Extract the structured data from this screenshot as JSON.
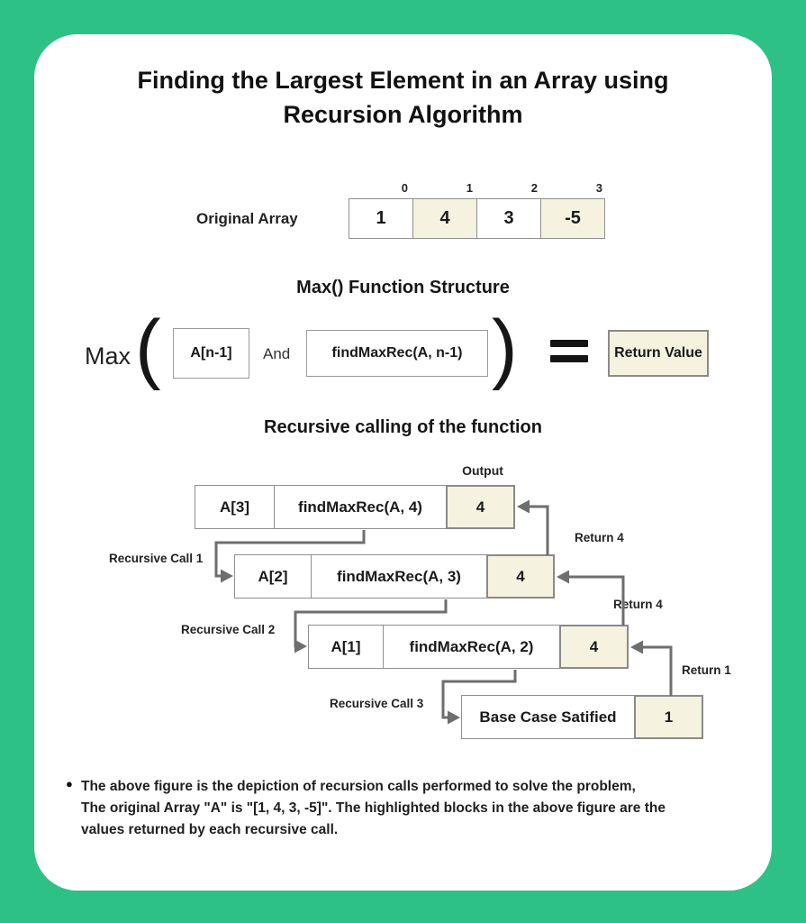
{
  "title": {
    "line1": "Finding the Largest Element in an Array using",
    "line2": "Recursion Algorithm"
  },
  "original_array": {
    "label": "Original Array",
    "indices": [
      "0",
      "1",
      "2",
      "3"
    ],
    "cells": [
      {
        "value": "1",
        "highlighted": false
      },
      {
        "value": "4",
        "highlighted": true
      },
      {
        "value": "3",
        "highlighted": false
      },
      {
        "value": "-5",
        "highlighted": true
      }
    ]
  },
  "function_structure": {
    "heading": "Max() Function Structure",
    "max_label": "Max",
    "open_paren": "(",
    "operand1": "A[n-1]",
    "connector_word": "And",
    "operand2": "findMaxRec(A, n-1)",
    "close_paren": ")",
    "result_label": "Return Value"
  },
  "recursion_diagram": {
    "heading": "Recursive calling of the function",
    "output_label": "Output",
    "rows": [
      {
        "left": "A[3]",
        "middle": "findMaxRec(A, 4)",
        "result": "4"
      },
      {
        "left": "A[2]",
        "middle": "findMaxRec(A, 3)",
        "result": "4"
      },
      {
        "left": "A[1]",
        "middle": "findMaxRec(A, 2)",
        "result": "4"
      },
      {
        "middle": "Base Case Satified",
        "result": "1"
      }
    ],
    "call_labels": [
      "Recursive Call 1",
      "Recursive Call 2",
      "Recursive Call 3"
    ],
    "return_labels": [
      "Return 4",
      "Return 4",
      "Return 1"
    ]
  },
  "note": {
    "bullet": "●",
    "lines": [
      "The above figure is the depiction of recursion calls performed to solve the problem,",
      "The original Array \"A\" is \"[1, 4, 3, -5]\". The highlighted blocks in the above figure are the",
      "values returned by each recursive call."
    ]
  },
  "colors": {
    "background_green": "#2ec186",
    "card_white": "#ffffff",
    "highlight_cream": "#f5f3df",
    "cell_border_gray": "#8f8f8f",
    "connector_gray": "#6e6e6e",
    "text_black": "#1a1a1a"
  }
}
